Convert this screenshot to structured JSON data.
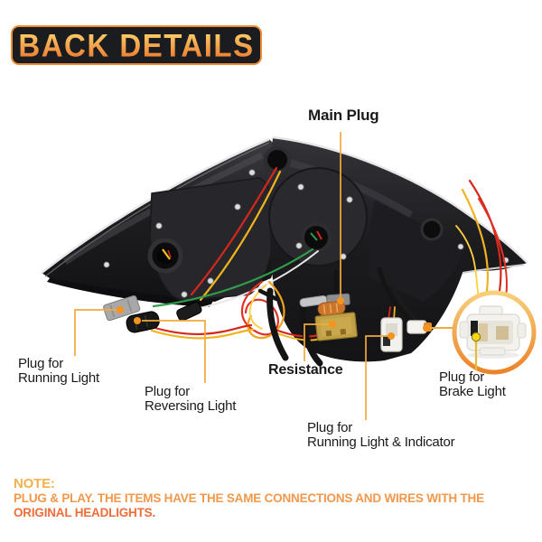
{
  "badge": {
    "title": "BACK DETAILS"
  },
  "annotations": {
    "main_plug": {
      "label": "Main Plug"
    },
    "running_light": {
      "line1": "Plug for",
      "line2": "Running Light"
    },
    "reversing_light": {
      "line1": "Plug for",
      "line2": "Reversing Light"
    },
    "resistance": {
      "label": "Resistance"
    },
    "running_light_indicator": {
      "line1": "Plug for",
      "line2": "Running Light & Indicator"
    },
    "brake_light": {
      "line1": "Plug for",
      "line2": "Brake Light"
    }
  },
  "note": {
    "heading": "NOTE:",
    "line1": "PLUG & PLAY. THE ITEMS HAVE THE SAME CONNECTIONS AND WIRES WITH THE",
    "line2": "ORIGINAL HEADLIGHTS."
  },
  "colors": {
    "background": "#FFFFFF",
    "accent_orange_dot": "#F7941D",
    "leader_line": "#F2A93B",
    "brake_dot_yellow": "#F9D716",
    "badge_background": "#1B1C20",
    "badge_border": "#EF8C33",
    "badge_text_gradient_top": "#FCD06A",
    "badge_text_gradient_bottom": "#EE7D31",
    "note_heading": "#F3B24B",
    "note_line1": "#F2984B",
    "note_line2": "#ED6D3B",
    "label_text": "#1A1A1A",
    "callout_ring_top": "#F8CF7B",
    "callout_ring_bottom": "#EC8329"
  }
}
